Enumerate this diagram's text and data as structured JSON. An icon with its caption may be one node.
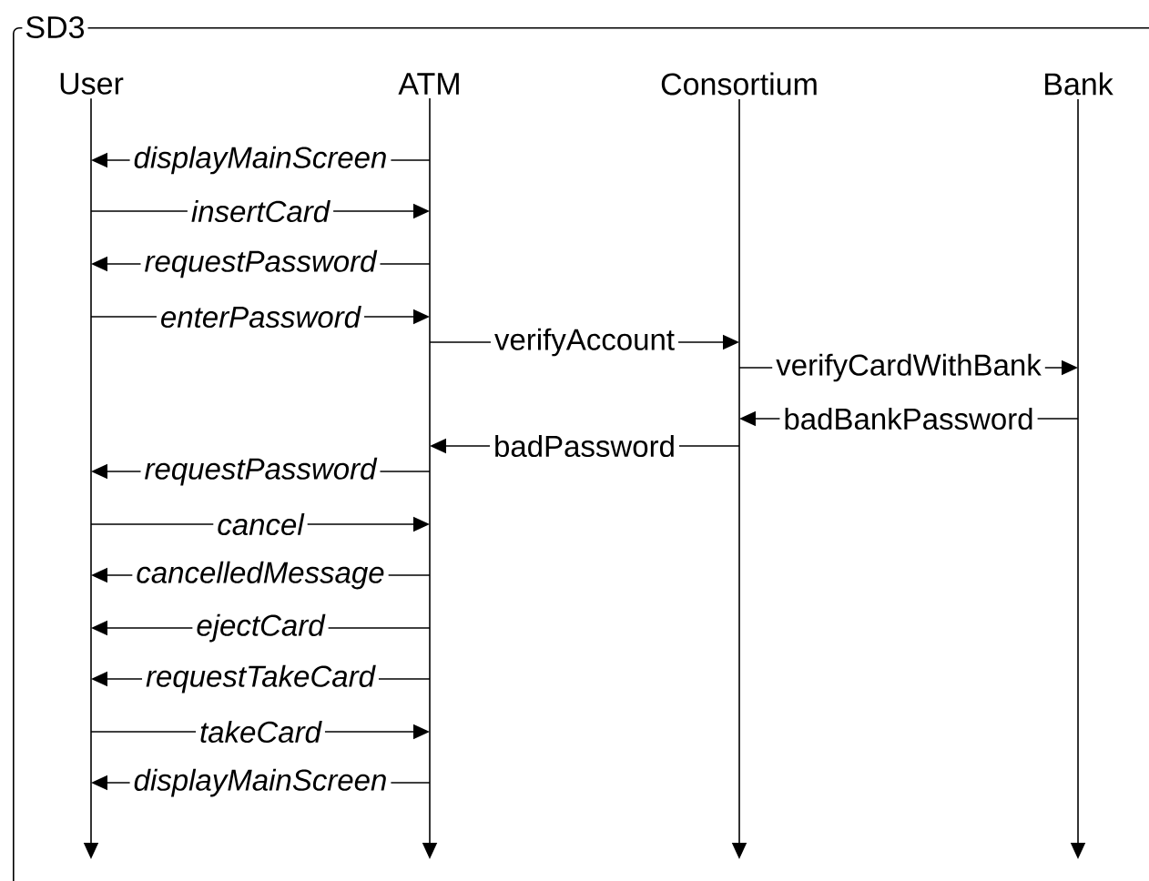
{
  "diagram": {
    "nodes": [
      {
        "text": [
          "SD3"
        ]
      },
      {
        "text": [
          "User"
        ],
        "in": 0
      },
      {
        "text": [
          "ATM"
        ],
        "in": 0
      },
      {
        "text": [
          "Consortium"
        ],
        "in": 0
      },
      {
        "text": [
          "Bank"
        ],
        "in": 0
      }
    ],
    "edges": [
      {
        "from": 2,
        "to": 1,
        "arrow": "to",
        "label": "displayMainScreen"
      },
      {
        "from": 1,
        "to": 2,
        "arrow": "to",
        "label": "insertCard"
      },
      {
        "from": 2,
        "to": 1,
        "arrow": "to",
        "label": "requestPassword"
      },
      {
        "from": 1,
        "to": 2,
        "arrow": "to",
        "label": "enterPassword"
      },
      {
        "from": 2,
        "to": 3,
        "arrow": "to",
        "label": "verifyAccount"
      },
      {
        "from": 3,
        "to": 4,
        "arrow": "to",
        "label": "verifyCardWithBank"
      },
      {
        "from": 4,
        "to": 3,
        "arrow": "to",
        "label": "badBankPassword"
      },
      {
        "from": 3,
        "to": 2,
        "arrow": "to",
        "label": "badPassword"
      },
      {
        "from": 2,
        "to": 1,
        "arrow": "to",
        "label": "requestPassword"
      },
      {
        "from": 1,
        "to": 2,
        "arrow": "to",
        "label": "cancel"
      },
      {
        "from": 2,
        "to": 1,
        "arrow": "to",
        "label": "cancelledMessage"
      },
      {
        "from": 2,
        "to": 1,
        "arrow": "to",
        "label": "ejectCard"
      },
      {
        "from": 2,
        "to": 1,
        "arrow": "to",
        "label": "requestTakeCard"
      },
      {
        "from": 1,
        "to": 2,
        "arrow": "to",
        "label": "takeCard"
      },
      {
        "from": 2,
        "to": 1,
        "arrow": "to",
        "label": "displayMainScreen"
      }
    ]
  }
}
